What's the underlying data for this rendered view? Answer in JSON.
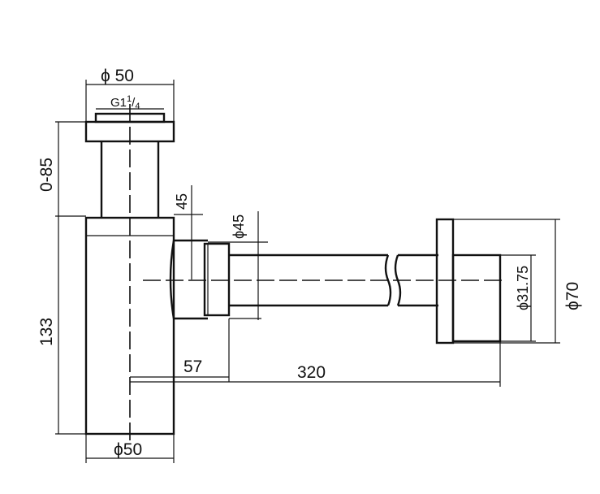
{
  "dimensions": {
    "top_diameter": "ϕ 50",
    "thread": "G1",
    "thread_fraction_num": "1",
    "thread_fraction_den": "4",
    "adjustable_height": "0-85",
    "upper_flange": "45",
    "outlet_diameter": "ϕ45",
    "body_height": "133",
    "trap_offset": "57",
    "total_length": "320",
    "wall_diameter_inner": "ϕ31.75",
    "wall_diameter_outer": "ϕ70",
    "bottom_diameter": "ϕ50"
  },
  "colors": {
    "line": "#111111",
    "background": "#ffffff"
  }
}
